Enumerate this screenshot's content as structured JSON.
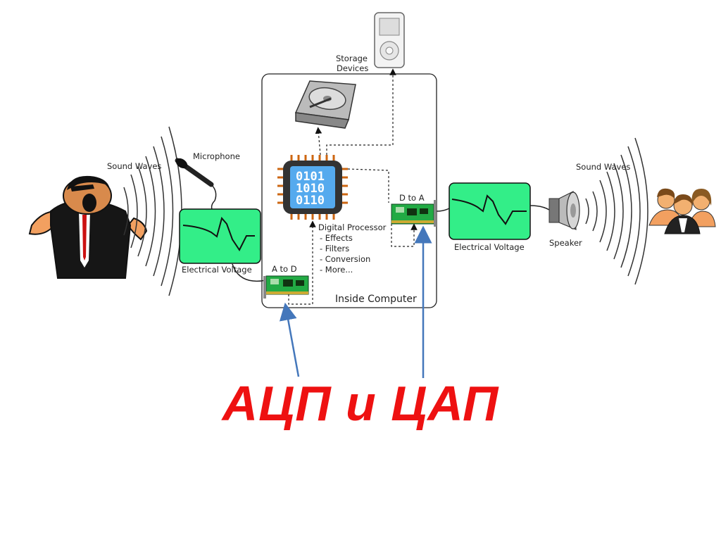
{
  "labels": {
    "sound_waves_left": "Sound Waves",
    "microphone": "Microphone",
    "electrical_voltage_left": "Electrical Voltage",
    "a_to_d": "A to D",
    "storage_devices_line1": "Storage",
    "storage_devices_line2": "Devices",
    "chip_lines": [
      "0101",
      "1010",
      "0110"
    ],
    "digital_processor": "Digital Processor",
    "processor_features": [
      "- Effects",
      "- Filters",
      "- Conversion",
      "- More..."
    ],
    "inside_computer": "Inside Computer",
    "d_to_a": "D to A",
    "electrical_voltage_right": "Electrical Voltage",
    "speaker": "Speaker",
    "sound_waves_right": "Sound Waves"
  },
  "caption": "АЦП и ЦАП",
  "colors": {
    "signal_box": "#33ee88",
    "card": "#22aa44",
    "chip": "#55aaee",
    "caption": "#ee1111",
    "pointer_arrow": "#4477bb"
  },
  "icons": [
    "singer-icon",
    "microphone-icon",
    "hard-drive-icon",
    "mp3-player-icon",
    "processor-chip-icon",
    "sound-card-icon",
    "speaker-icon",
    "audience-icon"
  ]
}
